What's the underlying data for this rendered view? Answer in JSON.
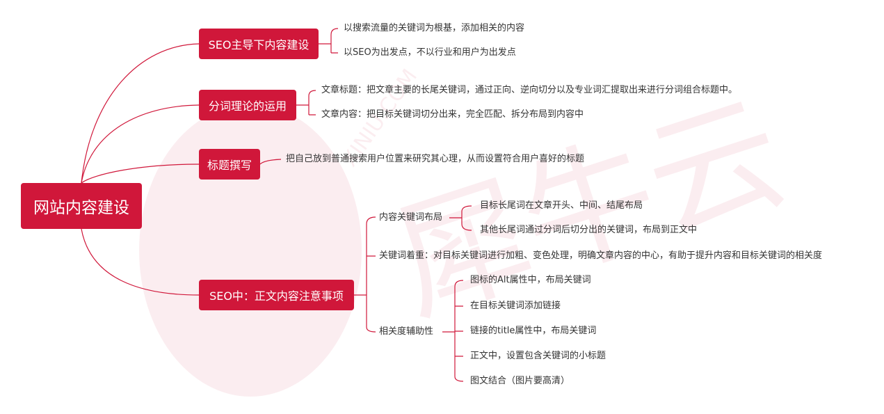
{
  "colors": {
    "accent": "#d0173a",
    "text": "#333333",
    "background": "#ffffff"
  },
  "watermark": {
    "brand": "犀牛云",
    "latin": "XINIU.COM"
  },
  "root": {
    "label": "网站内容建设"
  },
  "branches": [
    {
      "label": "SEO主导下内容建设",
      "children": [
        {
          "label": "以搜索流量的关键词为根基，添加相关的内容"
        },
        {
          "label": "以SEO为出发点，不以行业和用户为出发点"
        }
      ]
    },
    {
      "label": "分词理论的运用",
      "children": [
        {
          "label": "文章标题：把文章主要的长尾关键词，通过正向、逆向切分以及专业词汇提取出来进行分词组合标题中。"
        },
        {
          "label": "文章内容：把目标关键词切分出来，完全匹配、拆分布局到内容中"
        }
      ]
    },
    {
      "label": "标题撰写",
      "children": [
        {
          "label": "把自己放到普通搜索用户位置来研究其心理，从而设置符合用户喜好的标题"
        }
      ]
    },
    {
      "label": "SEO中：正文内容注意事项",
      "children": [
        {
          "label": "内容关键词布局",
          "children": [
            {
              "label": "目标长尾词在文章开头、中间、结尾布局"
            },
            {
              "label": "其他长尾词通过分词后切分出的关键词，布局到正文中"
            }
          ]
        },
        {
          "label": "关键词着重：对目标关键词进行加粗、变色处理，明确文章内容的中心，有助于提升内容和目标关键词的相关度"
        },
        {
          "label": "相关度辅助性",
          "children": [
            {
              "label": "图标的Alt属性中，布局关键词"
            },
            {
              "label": "在目标关键词添加链接"
            },
            {
              "label": "链接的title属性中，布局关键词"
            },
            {
              "label": "正文中，设置包含关键词的小标题"
            },
            {
              "label": "图文结合（图片要高清）"
            }
          ]
        }
      ]
    }
  ]
}
